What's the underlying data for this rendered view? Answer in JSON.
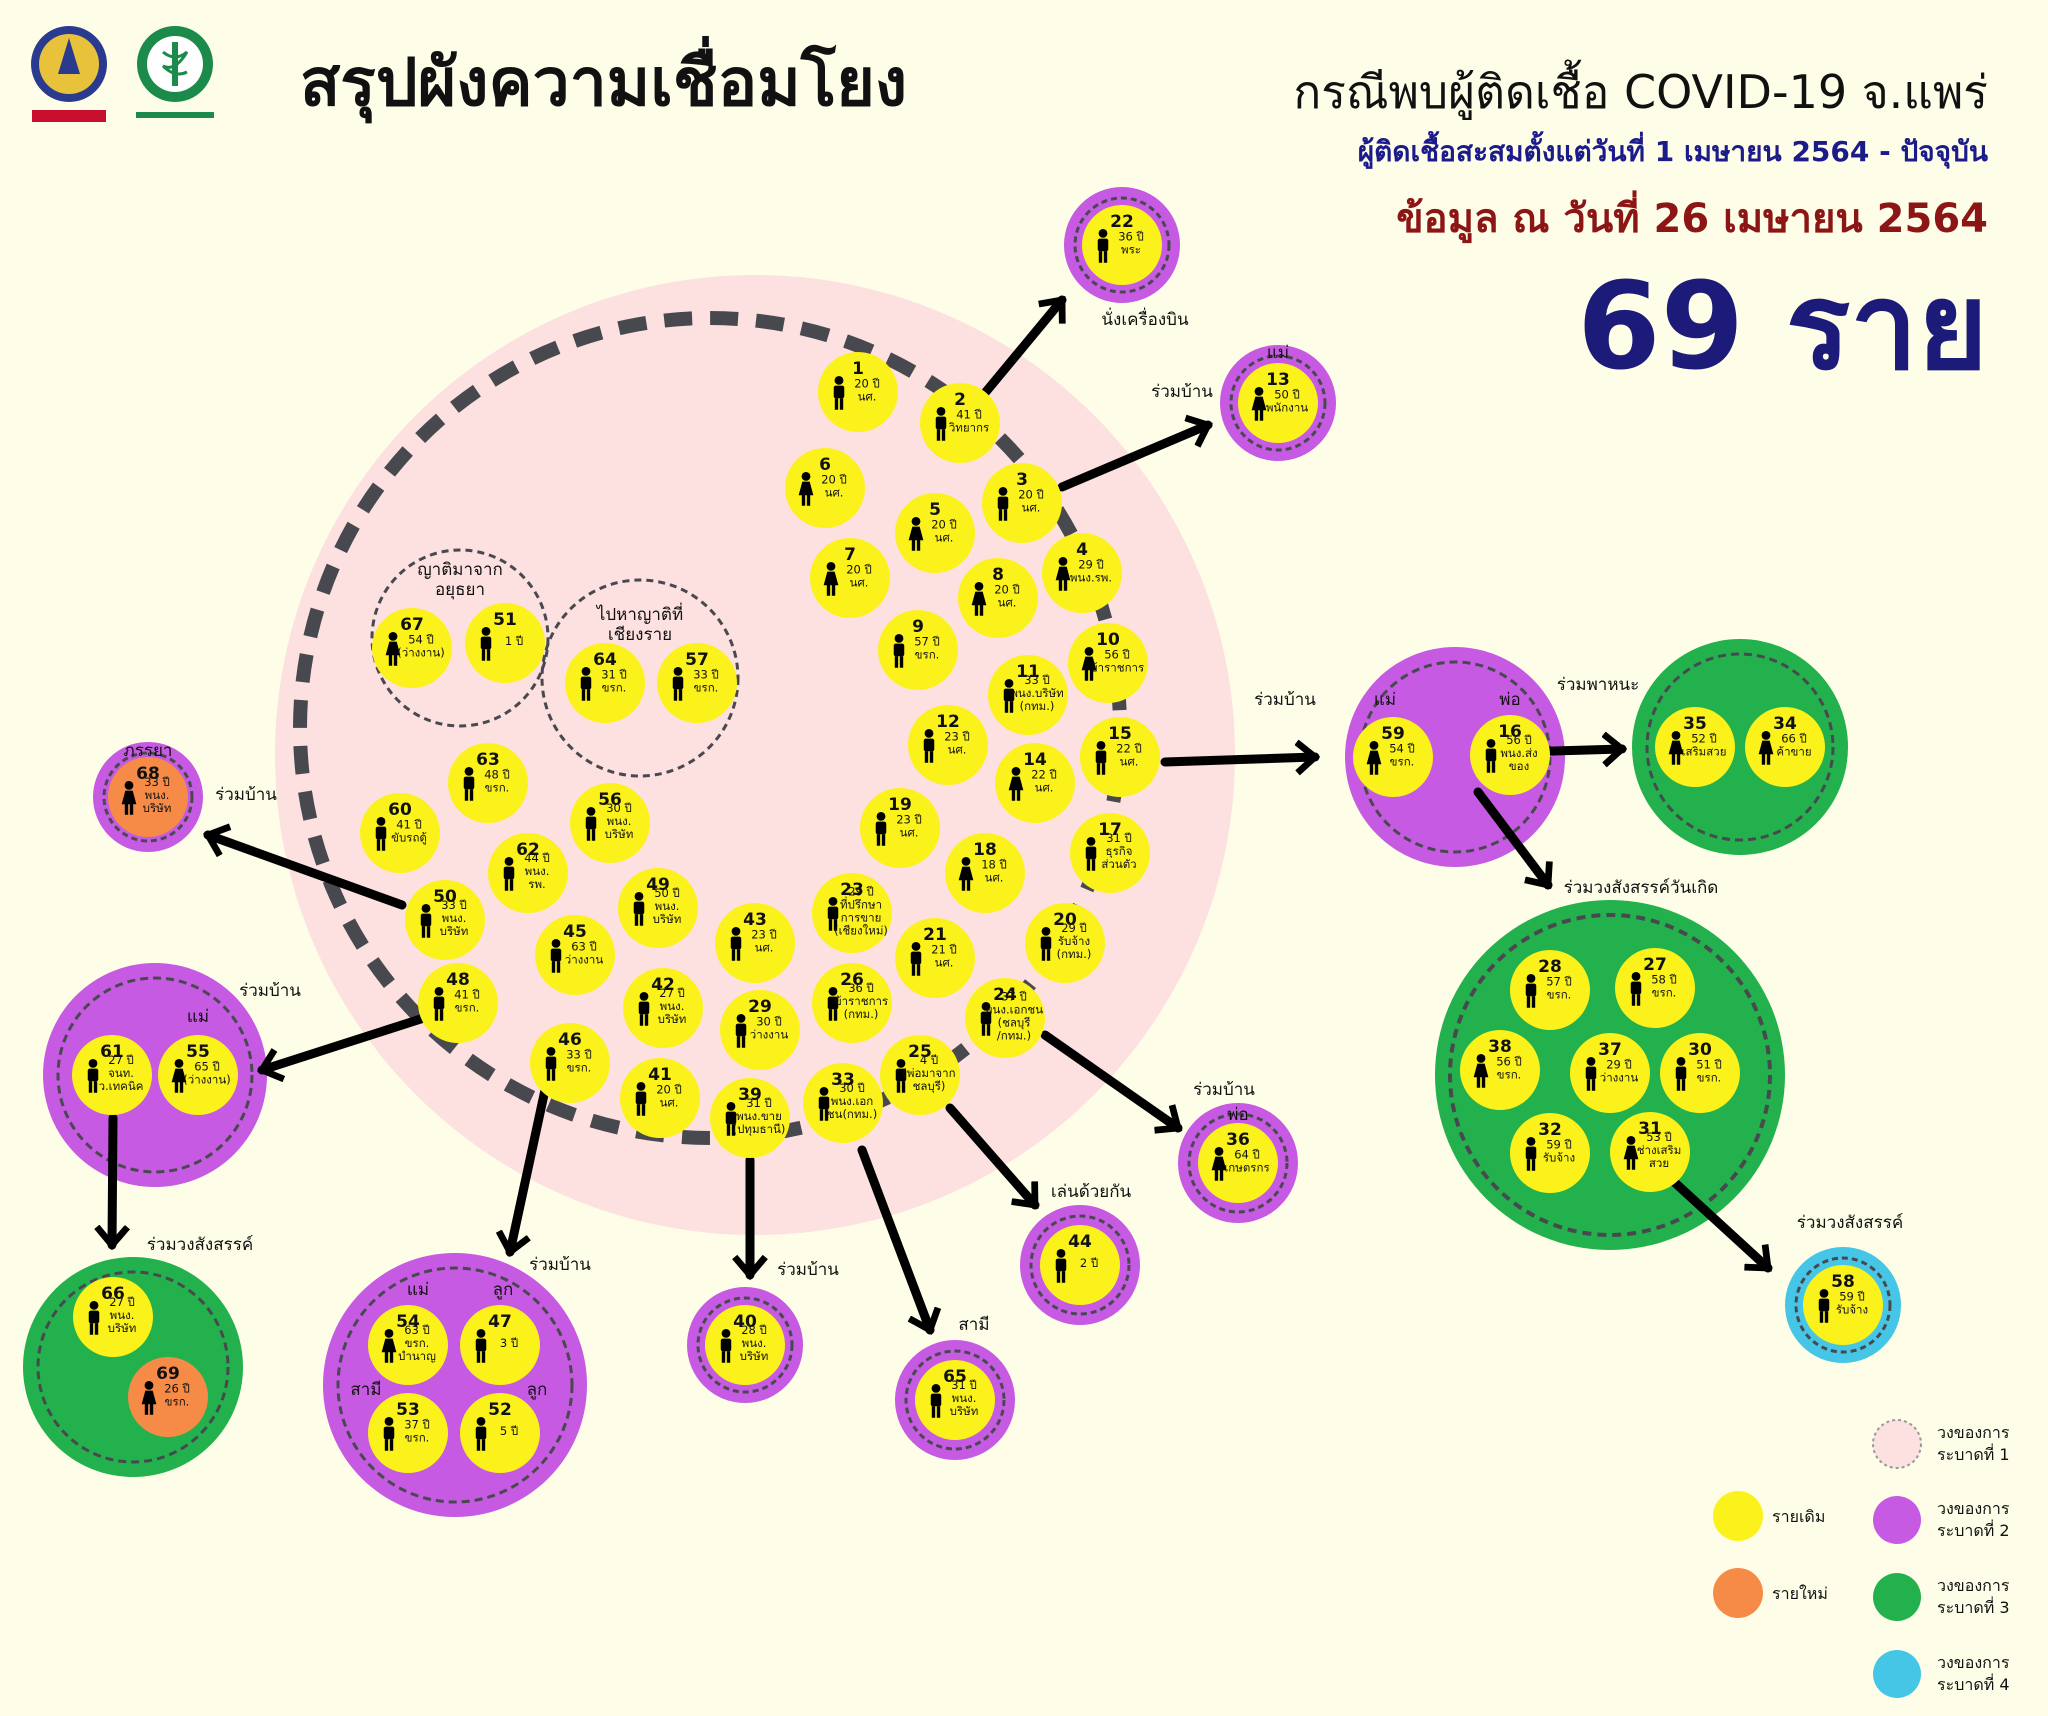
{
  "header": {
    "title": "สรุปผังความเชื่อมโยง",
    "subtitle": "กรณีพบผู้ติดเชื้อ COVID-19 จ.แพร่",
    "cumulative_line": "ผู้ติดเชื้อสะสมตั้งแต่วันที่ 1 เมษายน 2564 - ปัจจุบัน",
    "date_line": "ข้อมูล ณ วันที่ 26 เมษายน 2564",
    "total": "69 ราย"
  },
  "colors": {
    "background": "#fdfde8",
    "level1": "#fde0e0",
    "level2": "#c65ae2",
    "level3": "#22b14c",
    "level4": "#45c6e6",
    "case_old": "#fbf21b",
    "case_new": "#f58b47",
    "dash": "#48494f"
  },
  "persons": [
    {
      "id": "1",
      "info": [
        "20 ปี",
        "นศ."
      ]
    },
    {
      "id": "2",
      "info": [
        "41 ปี",
        "วิทยากร"
      ]
    },
    {
      "id": "3",
      "info": [
        "20 ปี",
        "นศ."
      ]
    },
    {
      "id": "4",
      "info": [
        "29 ปี",
        "พนง.รพ."
      ]
    },
    {
      "id": "5",
      "info": [
        "20 ปี",
        "นศ."
      ]
    },
    {
      "id": "6",
      "info": [
        "20 ปี",
        "นศ."
      ]
    },
    {
      "id": "7",
      "info": [
        "20 ปี",
        "นศ."
      ]
    },
    {
      "id": "8",
      "info": [
        "20 ปี",
        "นศ."
      ]
    },
    {
      "id": "9",
      "info": [
        "57 ปี",
        "ขรก."
      ]
    },
    {
      "id": "10",
      "info": [
        "56 ปี",
        "ข้าราชการ"
      ]
    },
    {
      "id": "11",
      "info": [
        "33 ปี",
        "พนง.บริษัท",
        "(กทม.)"
      ]
    },
    {
      "id": "12",
      "info": [
        "23 ปี",
        "นศ."
      ]
    },
    {
      "id": "14",
      "info": [
        "22 ปี",
        "นศ."
      ]
    },
    {
      "id": "15",
      "info": [
        "22 ปี",
        "นศ."
      ]
    },
    {
      "id": "17",
      "info": [
        "31 ปี",
        "ธุรกิจ",
        "ส่วนตัว"
      ]
    },
    {
      "id": "18",
      "info": [
        "18 ปี",
        "นศ."
      ]
    },
    {
      "id": "19",
      "info": [
        "23 ปี",
        "นศ."
      ]
    },
    {
      "id": "20",
      "info": [
        "29 ปี",
        "รับจ้าง",
        "(กทม.)"
      ]
    },
    {
      "id": "21",
      "info": [
        "21 ปี",
        "นศ."
      ]
    },
    {
      "id": "23",
      "info": [
        "29 ปี",
        "ที่ปรึกษา",
        "การขาย",
        "(เชียงใหม่)"
      ]
    },
    {
      "id": "24",
      "info": [
        "37 ปี",
        "พนง.เอกชน",
        "(ชลบุรี",
        "/กทม.)"
      ]
    },
    {
      "id": "25",
      "info": [
        "4 ปี",
        "(พ่อมาจาก",
        "ชลบุรี)"
      ]
    },
    {
      "id": "26",
      "info": [
        "36 ปี",
        "ข้าราชการ",
        "(กทม.)"
      ]
    },
    {
      "id": "29",
      "info": [
        "30 ปี",
        "ว่างงาน"
      ]
    },
    {
      "id": "33",
      "info": [
        "30 ปี",
        "พนง.เอก",
        "ชน(กทม.)"
      ]
    },
    {
      "id": "39",
      "info": [
        "31 ปี",
        "พนง.ขาย",
        "(ปทุมธานี)"
      ]
    },
    {
      "id": "41",
      "info": [
        "20 ปี",
        "นศ."
      ]
    },
    {
      "id": "42",
      "info": [
        "27 ปี",
        "พนง.",
        "บริษัท"
      ]
    },
    {
      "id": "43",
      "info": [
        "23 ปี",
        "นศ."
      ]
    },
    {
      "id": "45",
      "info": [
        "63 ปี",
        "ว่างงาน"
      ]
    },
    {
      "id": "46",
      "info": [
        "33 ปี",
        "ขรก."
      ]
    },
    {
      "id": "48",
      "info": [
        "41 ปี",
        "ขรก."
      ]
    },
    {
      "id": "49",
      "info": [
        "50 ปี",
        "พนง.",
        "บริษัท"
      ]
    },
    {
      "id": "50",
      "info": [
        "33 ปี",
        "พนง.",
        "บริษัท"
      ]
    },
    {
      "id": "56",
      "info": [
        "30 ปี",
        "พนง.",
        "บริษัท"
      ]
    },
    {
      "id": "60",
      "info": [
        "41 ปี",
        "ขับรถตู้"
      ]
    },
    {
      "id": "62",
      "info": [
        "44 ปี",
        "พนง.",
        "รพ."
      ]
    },
    {
      "id": "63",
      "info": [
        "48 ปี",
        "ขรก."
      ]
    },
    {
      "id": "67",
      "info": [
        "54 ปี",
        "(ว่างงาน)"
      ]
    },
    {
      "id": "51",
      "info": [
        "1 ปี"
      ]
    },
    {
      "id": "64",
      "info": [
        "31 ปี",
        "ขรก."
      ]
    },
    {
      "id": "57",
      "info": [
        "33 ปี",
        "ขรก."
      ]
    },
    {
      "id": "22",
      "info": [
        "36 ปี",
        "พระ"
      ]
    },
    {
      "id": "13",
      "info": [
        "50 ปี",
        "พนักงาน"
      ]
    },
    {
      "id": "68",
      "info": [
        "33 ปี",
        "พนง.",
        "บริษัท"
      ]
    },
    {
      "id": "59",
      "info": [
        "54 ปี",
        "ขรก."
      ]
    },
    {
      "id": "16",
      "info": [
        "56 ปี",
        "พนง.ส่ง",
        "ของ"
      ]
    },
    {
      "id": "35",
      "info": [
        "52 ปี",
        "เสริมสวย"
      ]
    },
    {
      "id": "34",
      "info": [
        "66 ปี",
        "ค้าขาย"
      ]
    },
    {
      "id": "28",
      "info": [
        "57 ปี",
        "ขรก."
      ]
    },
    {
      "id": "27",
      "info": [
        "58 ปี",
        "ขรก."
      ]
    },
    {
      "id": "38",
      "info": [
        "56 ปี",
        "ขรก."
      ]
    },
    {
      "id": "37",
      "info": [
        "29 ปี",
        "ว่างงาน"
      ]
    },
    {
      "id": "30",
      "info": [
        "51 ปี",
        "ขรก."
      ]
    },
    {
      "id": "32",
      "info": [
        "59 ปี",
        "รับจ้าง"
      ]
    },
    {
      "id": "31",
      "info": [
        "53 ปี",
        "ช่างเสริม",
        "สวย"
      ]
    },
    {
      "id": "58",
      "info": [
        "59 ปี",
        "รับจ้าง"
      ]
    },
    {
      "id": "61",
      "info": [
        "27 ปี",
        "จนท.",
        "ว.เทคนิค"
      ]
    },
    {
      "id": "55",
      "info": [
        "65 ปี",
        "(ว่างงาน)"
      ]
    },
    {
      "id": "66",
      "info": [
        "27 ปี",
        "พนง.",
        "บริษัท"
      ]
    },
    {
      "id": "69",
      "info": [
        "26 ปี",
        "ขรก."
      ]
    },
    {
      "id": "54",
      "info": [
        "63 ปี",
        "ขรก.",
        "บำนาญ"
      ]
    },
    {
      "id": "47",
      "info": [
        "3 ปี"
      ]
    },
    {
      "id": "53",
      "info": [
        "37 ปี",
        "ขรก."
      ]
    },
    {
      "id": "52",
      "info": [
        "5 ปี"
      ]
    },
    {
      "id": "40",
      "info": [
        "28 ปี",
        "พนง.",
        "บริษัท"
      ]
    },
    {
      "id": "65",
      "info": [
        "31 ปี",
        "พนง.",
        "บริษัท"
      ]
    },
    {
      "id": "44",
      "info": [
        "2 ปี"
      ]
    },
    {
      "id": "36",
      "info": [
        "64 ปี",
        "เกษตรกร"
      ]
    }
  ],
  "labels": {
    "group_ayutthaya": [
      "ญาติมาจาก",
      "อยุธยา"
    ],
    "group_chiangrai": [
      "ไปหาญาติที่",
      "เชียงราย"
    ],
    "flight": "นั่งเครื่องบิน",
    "household": "ร่วมบ้าน",
    "wife": "ภรรยา",
    "mother": "แม่",
    "father": "พ่อ",
    "child": "ลูก",
    "husband": "สามี",
    "carpool": "ร่วมพาหนะ",
    "birthday_party": "ร่วมวงสังสรรค์วันเกิด",
    "party": "ร่วมวงสังสรรค์",
    "played_together": "เล่นด้วยกัน"
  },
  "legend": {
    "old_case": "รายเดิม",
    "new_case": "รายใหม่",
    "level1": [
      "วงของการ",
      "ระบาดที่ 1"
    ],
    "level2": [
      "วงของการ",
      "ระบาดที่ 2"
    ],
    "level3": [
      "วงของการ",
      "ระบาดที่ 3"
    ],
    "level4": [
      "วงของการ",
      "ระบาดที่ 4"
    ]
  }
}
